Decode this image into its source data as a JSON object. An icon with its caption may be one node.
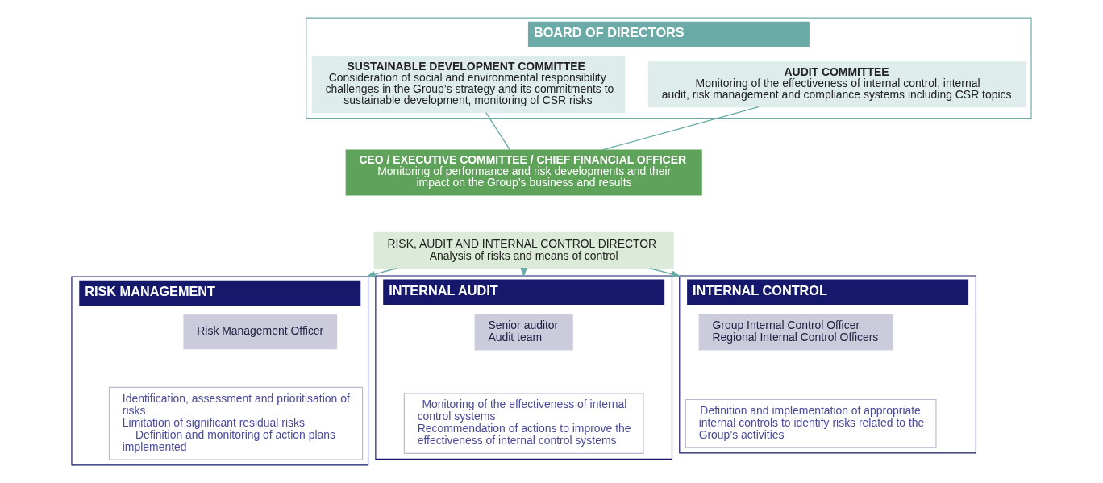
{
  "diagram": {
    "nodes": [
      {
        "text": [
          "BOARD OF DIRECTORS"
        ]
      },
      {
        "text": [
          "AUDIT COMMITTEE",
          "Monitoring of the effectiveness of internal control, internal audit, risk management and compliance systems including CSR topics"
        ],
        "in": 0
      },
      {
        "text": [
          "SUSTAINABLE DEVELOPMENT COMMITTEE",
          "Consideration of social and environmental responsibility challenges in the Group’s strategy and its commitments to sustainable development, monitoring of CSR risks"
        ],
        "in": 0
      },
      {
        "text": [
          "CEO / EXECUTIVE COMMITTEE / CHIEF FINANCIAL OFFICER",
          "Monitoring of performance and risk developments and their impact on the Group’s business and results"
        ]
      },
      {
        "text": [
          "RISK, AUDIT AND INTERNAL CONTROL DIRECTOR",
          "Analysis of risks and means of control"
        ]
      },
      {
        "text": [
          "RISK MANAGEMENT"
        ]
      },
      {
        "text": [
          "Risk Management Officer"
        ],
        "in": 5
      },
      {
        "text": [
          "Identification, assessment and prioritisation of risks",
          "Limitation of significant residual risks",
          "Definition and monitoring of action plans implemented"
        ],
        "in": 5
      },
      {
        "text": [
          "INTERNAL AUDIT"
        ]
      },
      {
        "text": [
          "Senior auditor",
          "Audit team"
        ],
        "in": 8
      },
      {
        "text": [
          "Monitoring of the effectiveness of internal control systems",
          "Recommendation of actions to improve the effectiveness of internal control systems"
        ],
        "in": 8
      },
      {
        "text": [
          "INTERNAL CONTROL"
        ]
      },
      {
        "text": [
          "Group Internal Control Officer",
          "Regional Internal Control Officers"
        ],
        "in": 11
      },
      {
        "text": [
          "Definition and implementation of appropriate internal controls to identify risks related to the Group’s activities"
        ],
        "in": 11
      }
    ],
    "edges": [
      {
        "from": 1,
        "to": 3,
        "arrow": "none"
      },
      {
        "from": 2,
        "to": 3,
        "arrow": "none"
      },
      {
        "from": 4,
        "to": 5,
        "arrow": "to"
      },
      {
        "from": 4,
        "to": 8,
        "arrow": "to"
      },
      {
        "from": 4,
        "to": 11,
        "arrow": "to"
      }
    ]
  }
}
